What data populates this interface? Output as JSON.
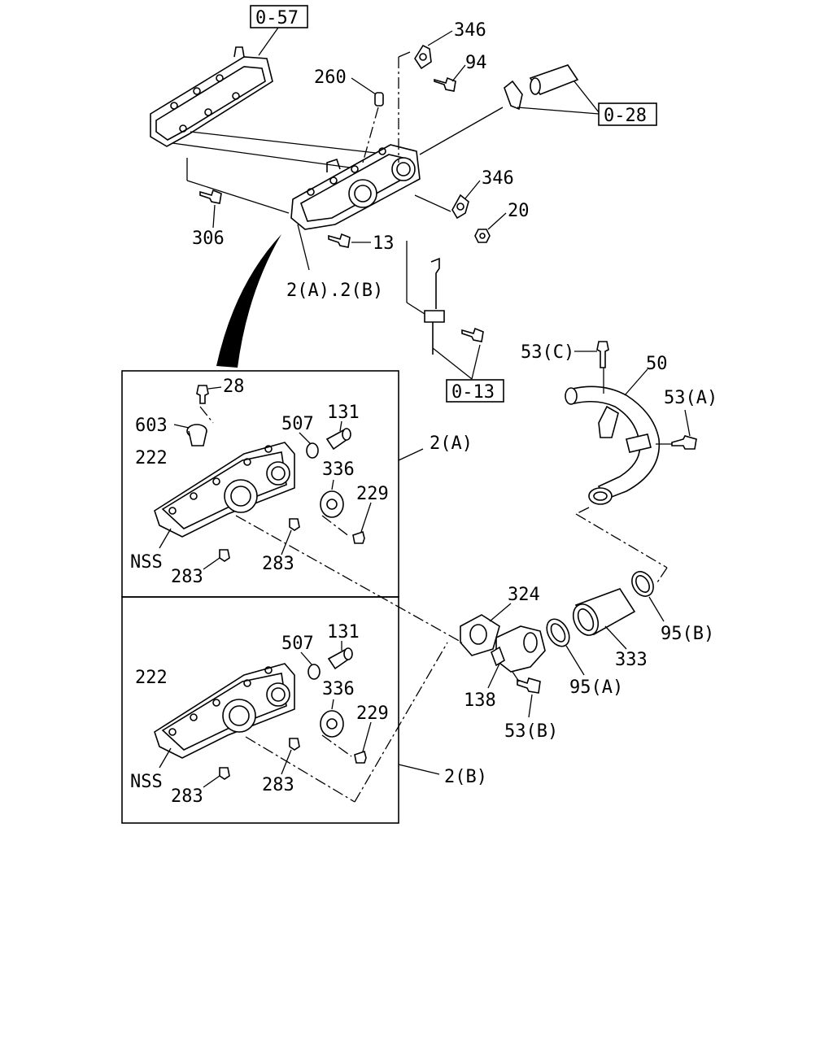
{
  "refs": {
    "ref_0_57": "0-57",
    "ref_0_28": "0-28",
    "ref_0_13": "0-13"
  },
  "labels": {
    "l346a": "346",
    "l94": "94",
    "l260": "260",
    "l346b": "346",
    "l20": "20",
    "l306": "306",
    "l13": "13",
    "l2ab": "2(A).2(B)",
    "l53c": "53(C)",
    "l50": "50",
    "l53a": "53(A)",
    "a28": "28",
    "a603": "603",
    "a507": "507",
    "a131": "131",
    "a222": "222",
    "a336": "336",
    "a229": "229",
    "aNSS": "NSS",
    "a283l": "283",
    "a283r": "283",
    "l2a": "2(A)",
    "b507": "507",
    "b131": "131",
    "b222": "222",
    "b336": "336",
    "b229": "229",
    "bNSS": "NSS",
    "b283l": "283",
    "b283r": "283",
    "l2b": "2(B)",
    "l324": "324",
    "l95b": "95(B)",
    "l333": "333",
    "l138": "138",
    "l95a": "95(A)",
    "l53b": "53(B)"
  }
}
